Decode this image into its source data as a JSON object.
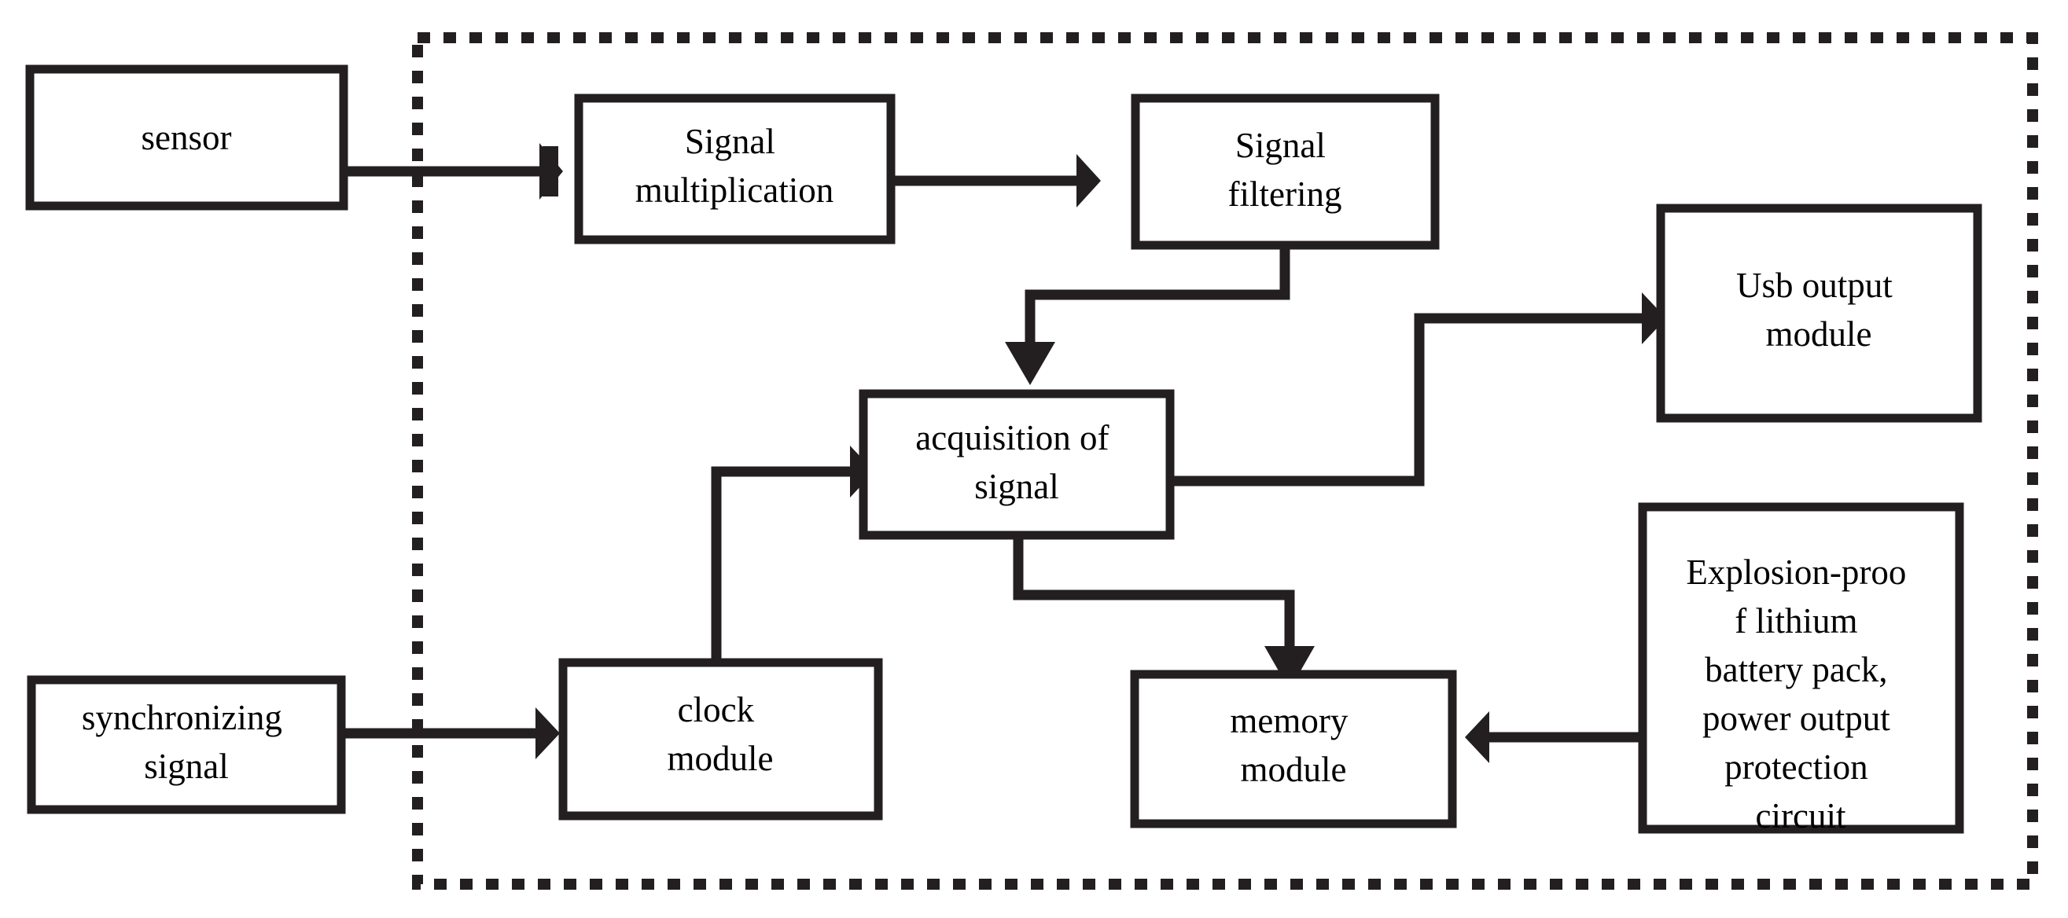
{
  "diagram": {
    "title": "Signal acquisition system block diagram",
    "enclosure": {
      "name": "instrument-enclosure",
      "style": "dashed"
    },
    "colors": {
      "stroke": "#231f20",
      "fill": "#ffffff",
      "text": "#000000"
    },
    "nodes": [
      {
        "id": "sensor",
        "label": "sensor",
        "lines": [
          "sensor"
        ]
      },
      {
        "id": "signal-multiplication",
        "label": "Signal multiplication",
        "lines": [
          "Signal",
          "multiplication"
        ]
      },
      {
        "id": "signal-filtering",
        "label": "Signal filtering",
        "lines": [
          "Signal",
          "filtering"
        ]
      },
      {
        "id": "usb-output-module",
        "label": "Usb output module",
        "lines": [
          "Usb output",
          "module"
        ]
      },
      {
        "id": "acquisition-of-signal",
        "label": "acquisition of signal",
        "lines": [
          "acquisition of",
          "signal"
        ]
      },
      {
        "id": "synchronizing-signal",
        "label": "synchronizing signal",
        "lines": [
          "synchronizing",
          "signal"
        ]
      },
      {
        "id": "clock-module",
        "label": "clock module",
        "lines": [
          "clock",
          "module"
        ]
      },
      {
        "id": "memory-module",
        "label": "memory module",
        "lines": [
          "memory",
          "module"
        ]
      },
      {
        "id": "explosion-proof-battery",
        "label": "Explosion-proof lithium battery pack, power output protection circuit",
        "lines": [
          "Explosion-proo",
          "f lithium",
          "battery pack,",
          "power output",
          "protection",
          "circuit"
        ]
      }
    ],
    "connections": [
      {
        "id": "sensor-to-signal-multiplication",
        "from": "sensor",
        "to": "signal-multiplication"
      },
      {
        "id": "signal-multiplication-to-signal-filtering",
        "from": "signal-multiplication",
        "to": "signal-filtering"
      },
      {
        "id": "signal-filtering-to-acquisition",
        "from": "signal-filtering",
        "to": "acquisition-of-signal"
      },
      {
        "id": "acquisition-to-usb-output",
        "from": "acquisition-of-signal",
        "to": "usb-output-module"
      },
      {
        "id": "acquisition-to-memory",
        "from": "acquisition-of-signal",
        "to": "memory-module"
      },
      {
        "id": "synchronizing-to-clock",
        "from": "synchronizing-signal",
        "to": "clock-module"
      },
      {
        "id": "clock-to-acquisition",
        "from": "clock-module",
        "to": "acquisition-of-signal"
      },
      {
        "id": "battery-to-memory",
        "from": "explosion-proof-battery",
        "to": "memory-module"
      }
    ]
  }
}
